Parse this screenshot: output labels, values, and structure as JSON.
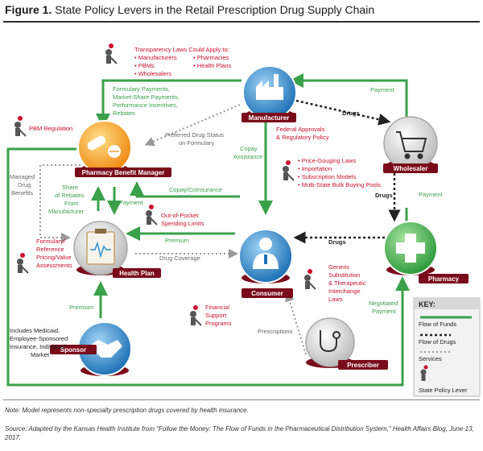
{
  "title": {
    "prefix": "Figure 1.",
    "text": "State Policy Levers in the Retail Prescription Drug Supply Chain"
  },
  "nodes": {
    "manufacturer": "Manufacturer",
    "pbm": "Pharmacy Benefit Manager",
    "wholesaler": "Wholesaler",
    "health_plan": "Health Plan",
    "consumer": "Consumer",
    "pharmacy": "Pharmacy",
    "sponsor": "Sponsor",
    "prescriber": "Prescriber"
  },
  "policy_levers": {
    "transparency_head": "Transparency Laws Could Apply to:",
    "transparency_items": [
      "• Manufacturers",
      "• Pharmacies",
      "• PBMs",
      "• Health Plans",
      "• Wholesalers"
    ],
    "pbm_regulation": "PBM Regulation",
    "federal_approvals": [
      "Federal Approvals",
      "& Regulatory Policy"
    ],
    "price_laws": [
      "• Price-Gouging Laws",
      "• Importation",
      "• Subscription Models",
      "• Multi-State Bulk Buying Pools"
    ],
    "formulary": [
      "Formulary/",
      "Reference",
      "Pricing/Value",
      "Assessments"
    ],
    "oop_limits": [
      "Out-of-Pocket",
      "Spending Limits"
    ],
    "financial_support": [
      "Financial",
      "Support",
      "Programs"
    ],
    "generic_sub": [
      "Generic",
      "Substitution",
      "& Therapeutic",
      "Interchange",
      "Laws"
    ]
  },
  "flow_labels": {
    "formulary_payments": [
      "Formulary Payments,",
      "Market-Share Payments,",
      "Performance Incentives,",
      "Rebates"
    ],
    "payment_wholesaler_mfr": "Payment",
    "drugs_mfr_wholesaler": "Drugs",
    "preferred_status": [
      "Preferred Drug Status",
      "on Formulary"
    ],
    "copay_assistance": [
      "Copay",
      "Assistance"
    ],
    "managed_drug_benefits": [
      "Managed",
      "Drug",
      "Benefits"
    ],
    "share_rebates": [
      "Share",
      "of Rebates",
      "From",
      "Manufacturer"
    ],
    "payment_plan_pbm": "Payment",
    "copay_coinsurance": "Copay/Coinsurance",
    "drugs_wholesaler_pharmacy": "Drugs",
    "payment_pharmacy_wholesaler": "Payment",
    "drugs_pharmacy_consumer": "Drugs",
    "premium_consumer_plan": "Premium",
    "drug_coverage": "Drug Coverage",
    "premium_sponsor_plan": "Premium",
    "sponsor_desc": [
      "Includes Medicaid,",
      "Employee-Sponsored",
      "Insurance, Individual",
      "Market"
    ],
    "prescriptions": "Prescriptions",
    "negotiated_payment": [
      "Negotiated",
      "Payment"
    ]
  },
  "key": {
    "title": "KEY:",
    "funds": "Flow of Funds",
    "drugs": "Flow of Drugs",
    "services": "Services",
    "lever": "State Policy Lever"
  },
  "note": "Note: Model represents non-specialty prescription drugs covered by health insurance.",
  "source": "Source: Adapted by the Kansas Health Institute from “Follow the Money: The Flow of Funds in the Pharmaceutical Distribution System,” Health Affairs Blog, June 13, 2017.",
  "colors": {
    "funds": "#3aa14a",
    "drugs": "#222222",
    "services": "#999999",
    "label_red": "#c8102e",
    "manufacturer": "#2f8fd1",
    "pbm": "#f7a21b",
    "wholesaler": "#e8e8e8",
    "health_plan": "#ffffff",
    "consumer": "#2a8fc9",
    "pharmacy": "#3aa14a",
    "sponsor": "#1f7fc8",
    "prescriber": "#ffffff"
  },
  "icons": {
    "manufacturer": "factory-icon",
    "pbm": "pills-icon",
    "wholesaler": "cart-icon",
    "health_plan": "clipboard-icon",
    "consumer": "person-icon",
    "pharmacy": "cross-icon",
    "sponsor": "handshake-icon",
    "prescriber": "stethoscope-icon",
    "lever": "lever-figure-icon"
  }
}
